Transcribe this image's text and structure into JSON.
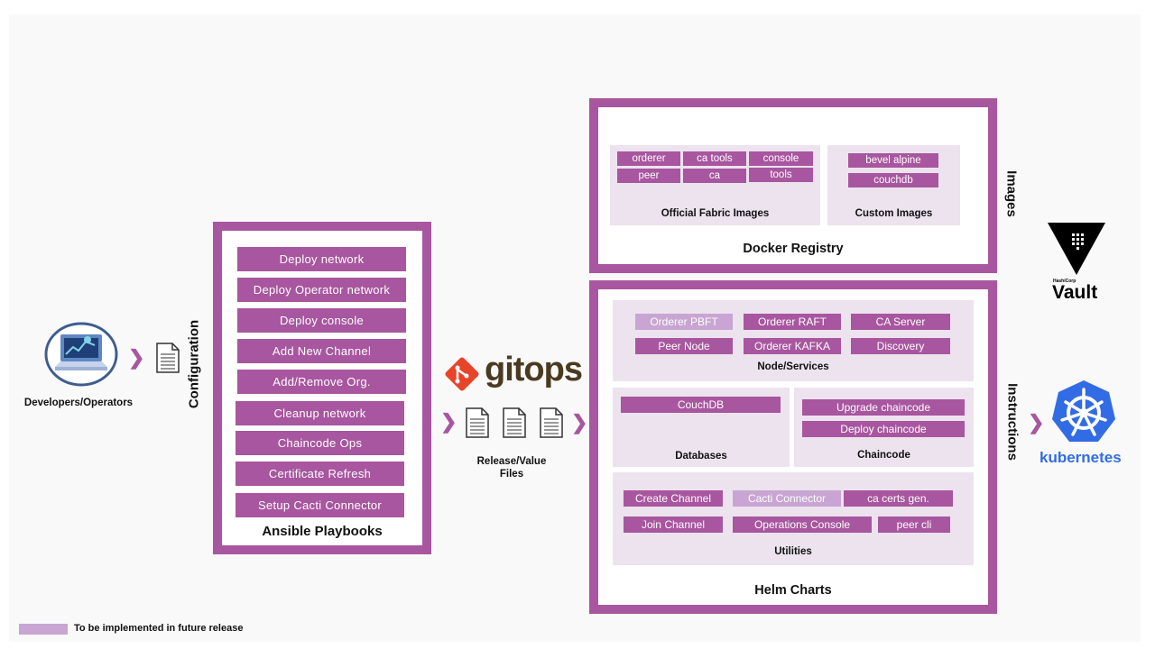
{
  "developers": {
    "label": "Developers/Operators"
  },
  "configuration": {
    "label": "Configuration"
  },
  "ansible": {
    "title": "Ansible Playbooks",
    "items": [
      "Deploy network",
      "Deploy Operator network",
      "Deploy console",
      "Add New Channel",
      "Add/Remove Org.",
      "Cleanup network",
      "Chaincode Ops",
      "Certificate Refresh",
      "Setup Cacti Connector"
    ]
  },
  "gitops": {
    "logo_text": "gitops",
    "files_label": "Release/Value\nFiles"
  },
  "docker": {
    "title": "Docker Registry",
    "side_label": "Images",
    "official": {
      "title": "Official Fabric Images",
      "items": [
        "orderer",
        "ca tools",
        "console",
        "peer",
        "ca",
        "tools"
      ]
    },
    "custom": {
      "title": "Custom Images",
      "items": [
        "bevel alpine",
        "couchdb"
      ]
    }
  },
  "helm": {
    "title": "Helm Charts",
    "side_label": "Instructions",
    "nodes": {
      "title": "Node/Services",
      "items": [
        "Orderer PBFT",
        "Orderer RAFT",
        "CA Server",
        "Peer Node",
        "Orderer KAFKA",
        "Discovery"
      ]
    },
    "databases": {
      "title": "Databases",
      "items": [
        "CouchDB"
      ]
    },
    "chaincode": {
      "title": "Chaincode",
      "items": [
        "Upgrade chaincode",
        "Deploy chaincode"
      ]
    },
    "utilities": {
      "title": "Utilities",
      "items": [
        "Create Channel",
        "Cacti Connector",
        "ca certs gen.",
        "Join Channel",
        "Operations Console",
        "peer cli"
      ]
    }
  },
  "vault": {
    "small": "HashiCorp",
    "name": "Vault"
  },
  "kubernetes": {
    "name": "kubernetes"
  },
  "legend": {
    "label": "To be implemented in future release"
  },
  "colors": {
    "accent": "#a8569f",
    "future": "#c8a5d2",
    "panel": "#ece3ee",
    "gitops_red": "#e8442a",
    "k8s_blue": "#326ce5"
  }
}
